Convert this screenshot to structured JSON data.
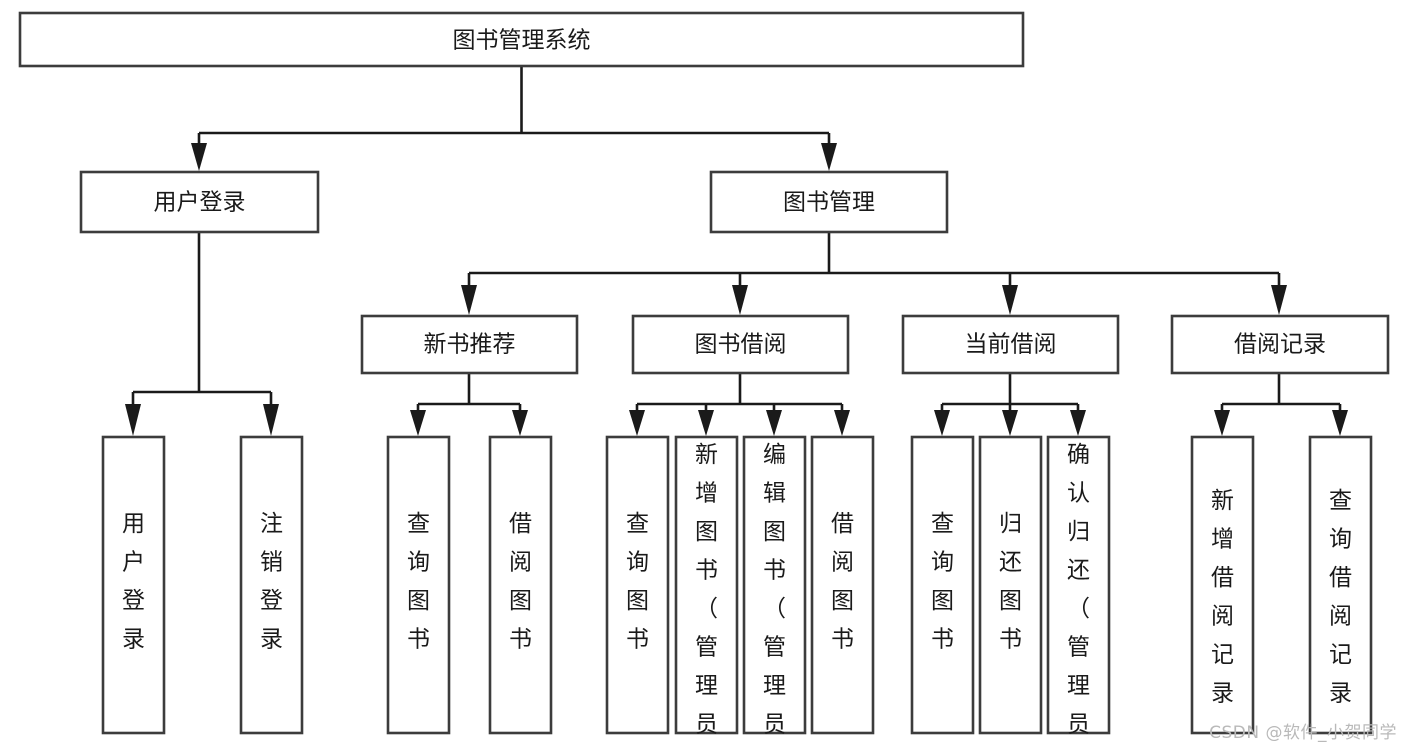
{
  "diagram": {
    "type": "tree-hierarchy",
    "title": "图书管理系统",
    "watermark": "CSDN @软件_小贺同学",
    "colors": {
      "box_fill": "#ffffff",
      "box_stroke": "#3c3c3c",
      "connector": "#1a1a1a",
      "text": "#1a1a1a",
      "watermark": "#b9b9b9",
      "background": "#ffffff"
    },
    "root": {
      "label": "图书管理系统"
    },
    "level2": [
      {
        "label": "用户登录"
      },
      {
        "label": "图书管理"
      }
    ],
    "level3": [
      {
        "label": "新书推荐"
      },
      {
        "label": "图书借阅"
      },
      {
        "label": "当前借阅"
      },
      {
        "label": "借阅记录"
      }
    ],
    "leaves": {
      "user_login": [
        {
          "label": "用户登录"
        },
        {
          "label": "注销登录"
        }
      ],
      "new_book_recommend": [
        {
          "label": "查询图书"
        },
        {
          "label": "借阅图书"
        }
      ],
      "book_borrow": [
        {
          "label": "查询图书"
        },
        {
          "label": "新增图书（管理员）"
        },
        {
          "label": "编辑图书（管理员）"
        },
        {
          "label": "借阅图书"
        }
      ],
      "current_borrow": [
        {
          "label": "查询图书"
        },
        {
          "label": "归还图书"
        },
        {
          "label": "确认归还（管理员）"
        }
      ],
      "borrow_record": [
        {
          "label": "新增借阅记录"
        },
        {
          "label": "查询借阅记录"
        }
      ]
    }
  }
}
